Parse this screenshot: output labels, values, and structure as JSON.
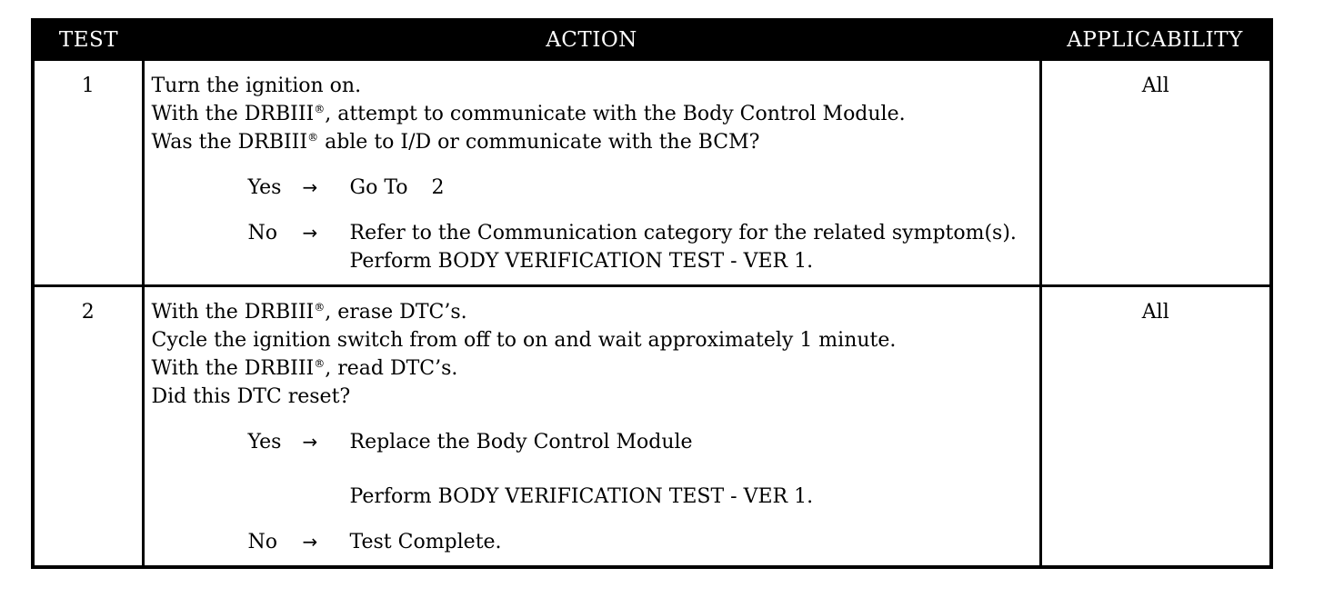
{
  "table": {
    "headers": {
      "test": "TEST",
      "action": "ACTION",
      "applicability": "APPLICABILITY"
    },
    "rows": [
      {
        "test": "1",
        "applicability": "All",
        "steps": [
          {
            "pre": "Turn the ignition on.",
            "mark": "",
            "post": ""
          },
          {
            "pre": "With the DRBIII",
            "mark": "®",
            "post": ", attempt to communicate with the Body Control Module."
          },
          {
            "pre": "Was the DRBIII",
            "mark": "®",
            "post": " able to I/D or communicate with the BCM?"
          }
        ],
        "answers": [
          {
            "label": "Yes",
            "arrow": "→",
            "lines": [
              "Go To"
            ],
            "goto": "2"
          },
          {
            "label": "No",
            "arrow": "→",
            "lines": [
              "Refer to the Communication category for the related symptom(s).",
              "Perform BODY VERIFICATION TEST - VER 1."
            ]
          }
        ]
      },
      {
        "test": "2",
        "applicability": "All",
        "steps": [
          {
            "pre": "With the DRBIII",
            "mark": "®",
            "post": ", erase DTC’s."
          },
          {
            "pre": "Cycle the ignition switch from off to on and wait approximately 1 minute.",
            "mark": "",
            "post": ""
          },
          {
            "pre": "With the DRBIII",
            "mark": "®",
            "post": ", read DTC’s."
          },
          {
            "pre": "Did this DTC reset?",
            "mark": "",
            "post": ""
          }
        ],
        "answers": [
          {
            "label": "Yes",
            "arrow": "→",
            "lines": [
              "Replace the Body Control Module",
              "Perform BODY VERIFICATION TEST - VER 1."
            ]
          },
          {
            "label": "No",
            "arrow": "→",
            "lines": [
              "Test Complete."
            ]
          }
        ]
      }
    ]
  }
}
